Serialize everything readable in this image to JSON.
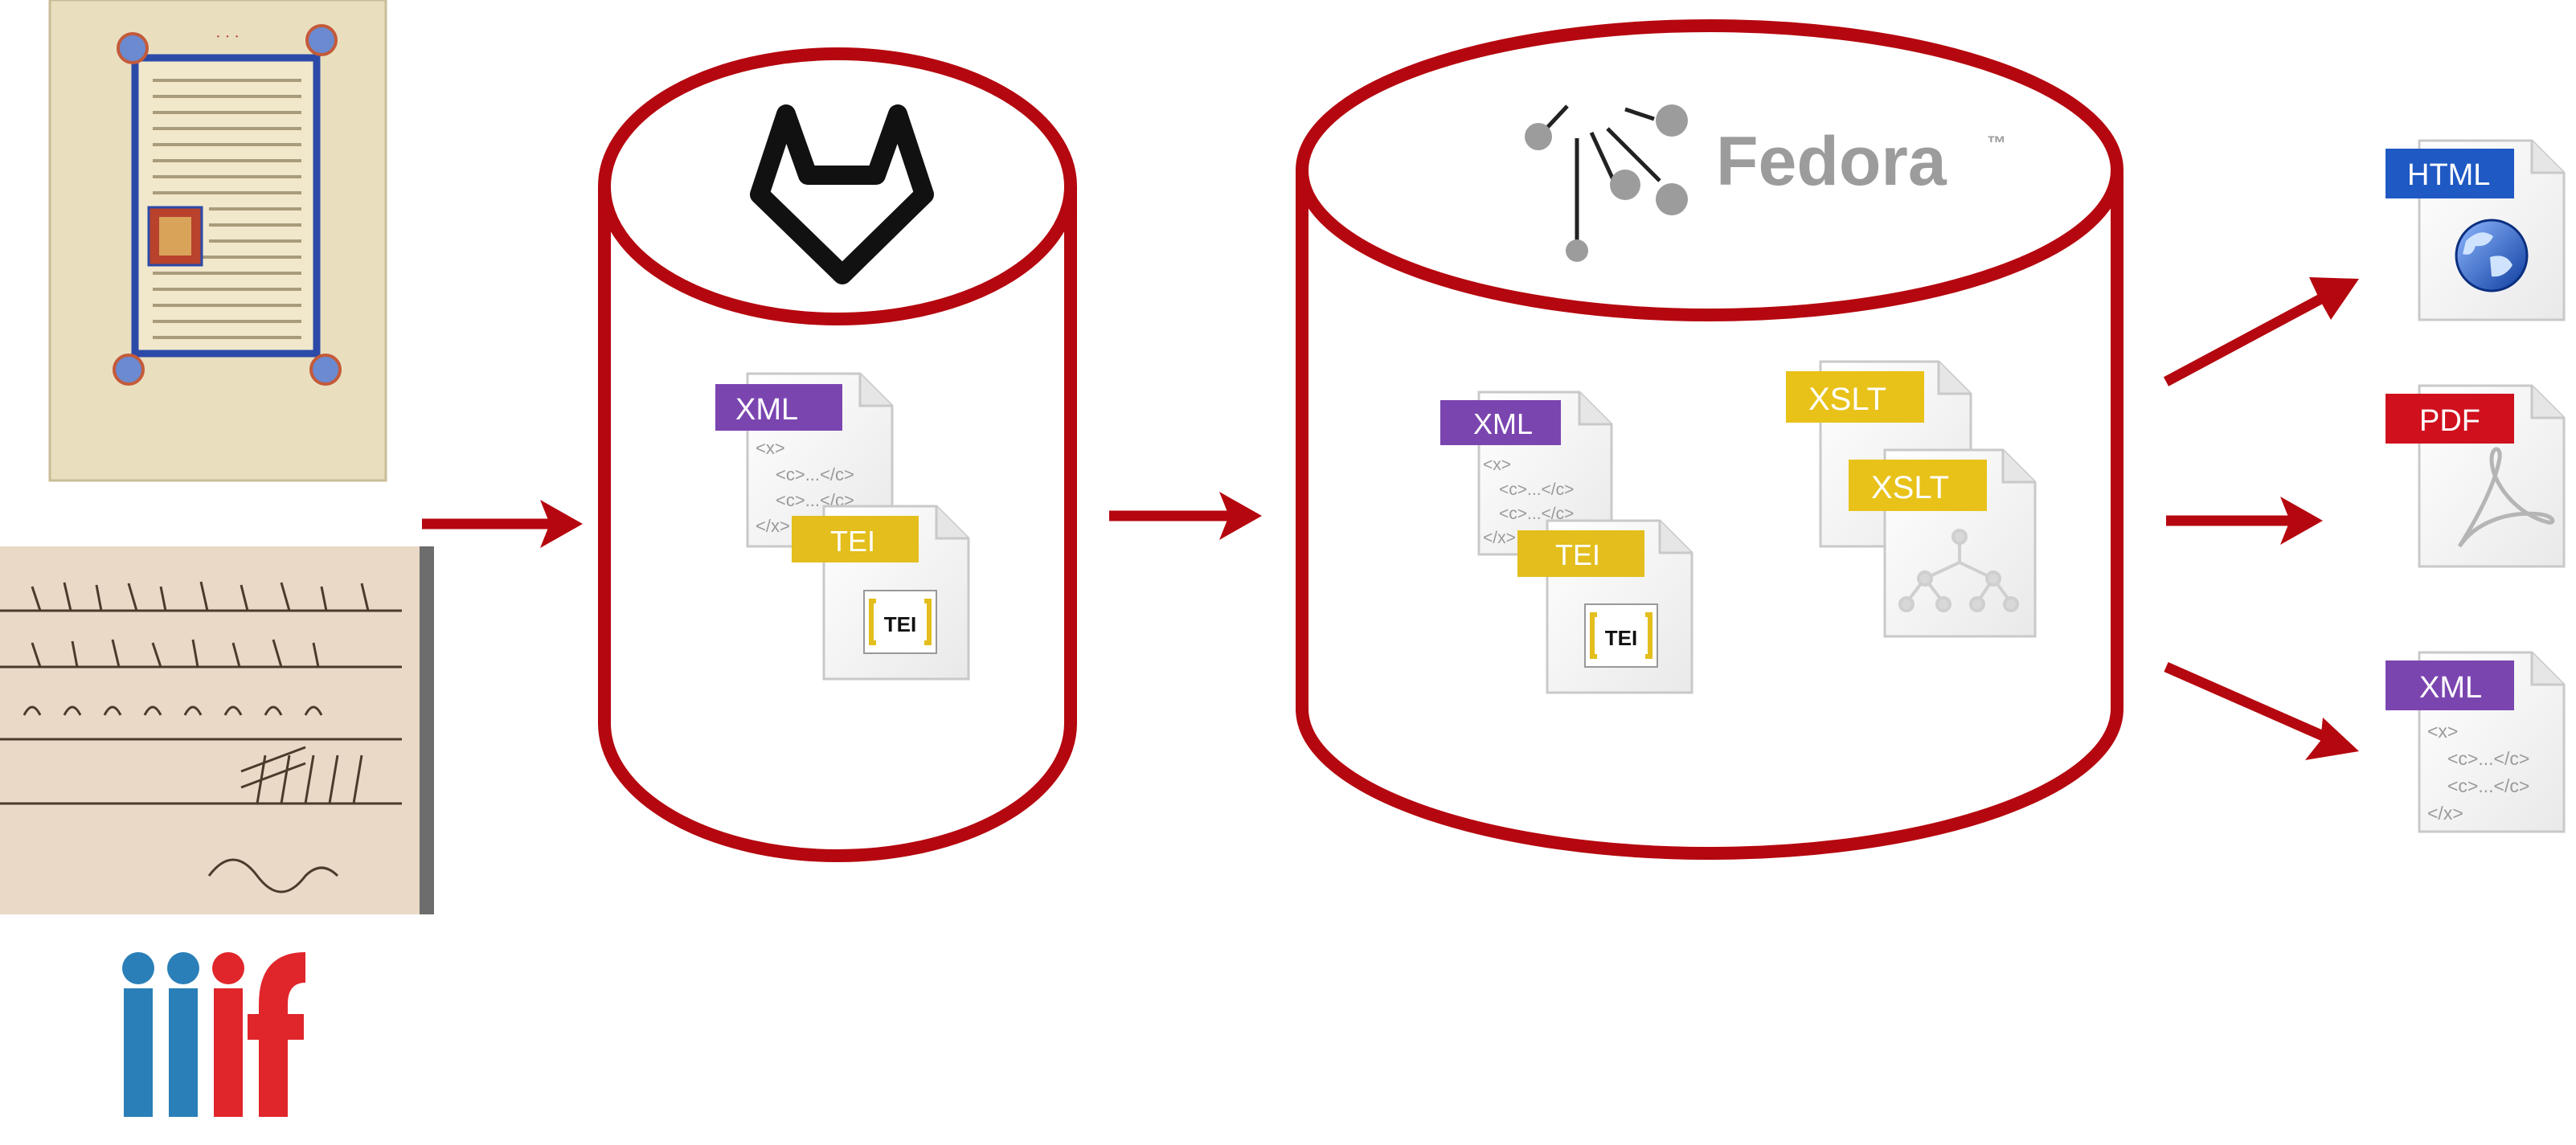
{
  "colors": {
    "accent_red": "#b5070f",
    "xml_purple": "#7b45b0",
    "tei_yellow": "#e3be1c",
    "xslt_yellow": "#e8c219",
    "html_blue": "#1f59c4",
    "pdf_red": "#d0101d",
    "iiif_blue": "#2a7fb8",
    "iiif_red": "#e0262b",
    "fedora_gray": "#9c9c9c"
  },
  "inputs": {
    "manuscript_page": "illuminated-manuscript-image",
    "music_notation": "handwritten-notation-image",
    "iiif_logo": "iiif-logo"
  },
  "gitlab": {
    "icon": "gitlab-logo-icon",
    "files": [
      {
        "type": "XML",
        "code": [
          "<x>",
          "<c>...</c>",
          "<c>...</c>",
          "</x>"
        ]
      },
      {
        "type": "TEI",
        "badge": "TEI"
      }
    ]
  },
  "fedora": {
    "name": "Fedora",
    "trademark": "™",
    "icon": "fedora-network-icon",
    "files": [
      {
        "type": "XML",
        "code": [
          "<x>",
          "<c>...</c>",
          "<c>...</c>",
          "</x>"
        ]
      },
      {
        "type": "TEI",
        "badge": "TEI"
      },
      {
        "type": "XSLT"
      },
      {
        "type": "XSLT",
        "icon": "tree-diagram-icon"
      }
    ]
  },
  "outputs": [
    {
      "type": "HTML",
      "icon": "globe-icon"
    },
    {
      "type": "PDF",
      "icon": "acrobat-icon"
    },
    {
      "type": "XML",
      "code": [
        "<x>",
        "<c>...</c>",
        "<c>...</c>",
        "</x>"
      ]
    }
  ]
}
